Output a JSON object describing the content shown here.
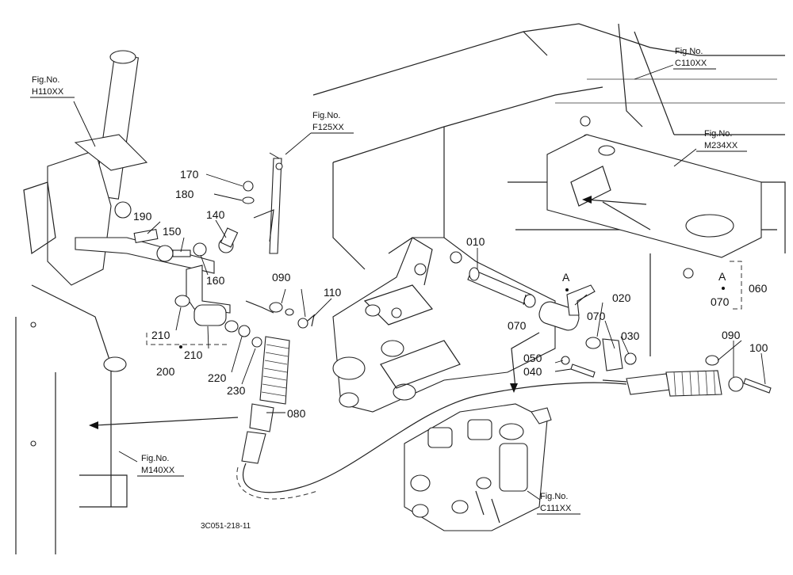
{
  "fig_refs": {
    "h110": [
      "Fig.No.",
      "H110XX"
    ],
    "f125": [
      "Fig.No.",
      "F125XX"
    ],
    "c110": [
      "Fig.No.",
      "C110XX"
    ],
    "m234": [
      "Fig.No.",
      "M234XX"
    ],
    "m140": [
      "Fig.No.",
      "M140XX"
    ],
    "c111": [
      "Fig.No.",
      "C111XX"
    ]
  },
  "parts": {
    "p010": "010",
    "p020": "020",
    "p030": "030",
    "p040": "040",
    "p050": "050",
    "p060": "060",
    "p070a": "070",
    "p070b": "070",
    "p070c": "070",
    "p080": "080",
    "p090a": "090",
    "p090b": "090",
    "p100": "100",
    "p110": "110",
    "p140": "140",
    "p150": "150",
    "p160": "160",
    "p170": "170",
    "p180": "180",
    "p190": "190",
    "p200": "200",
    "p210a": "210",
    "p210b": "210",
    "p220": "220",
    "p230": "230"
  },
  "markers": {
    "a_main": "A",
    "a_detail": "A"
  },
  "drawing_code": "3C051-218-11"
}
